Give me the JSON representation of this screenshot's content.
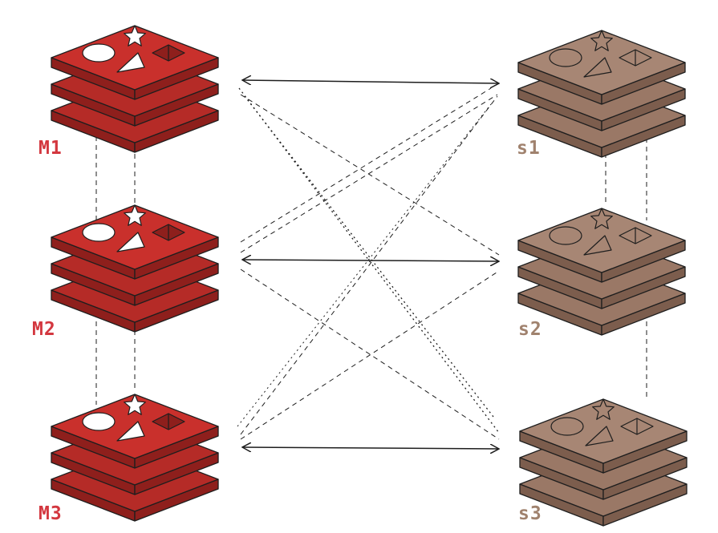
{
  "colors": {
    "master_top": "#c9302c",
    "master_mid": "#b52b27",
    "master_side": "#8e1f1c",
    "slave_top": "#a78674",
    "slave_mid": "#9a7866",
    "slave_side": "#7c5d4d",
    "stroke": "#1e1e1e",
    "master_label": "#d3373f",
    "slave_label": "#a0826e"
  },
  "masters": [
    {
      "label": "M1"
    },
    {
      "label": "M2"
    },
    {
      "label": "M3"
    }
  ],
  "slaves": [
    {
      "label": "s1"
    },
    {
      "label": "s2"
    },
    {
      "label": "s3"
    }
  ],
  "icons": [
    "circle-icon",
    "star-icon",
    "triangle-icon",
    "pyramid-icon"
  ]
}
